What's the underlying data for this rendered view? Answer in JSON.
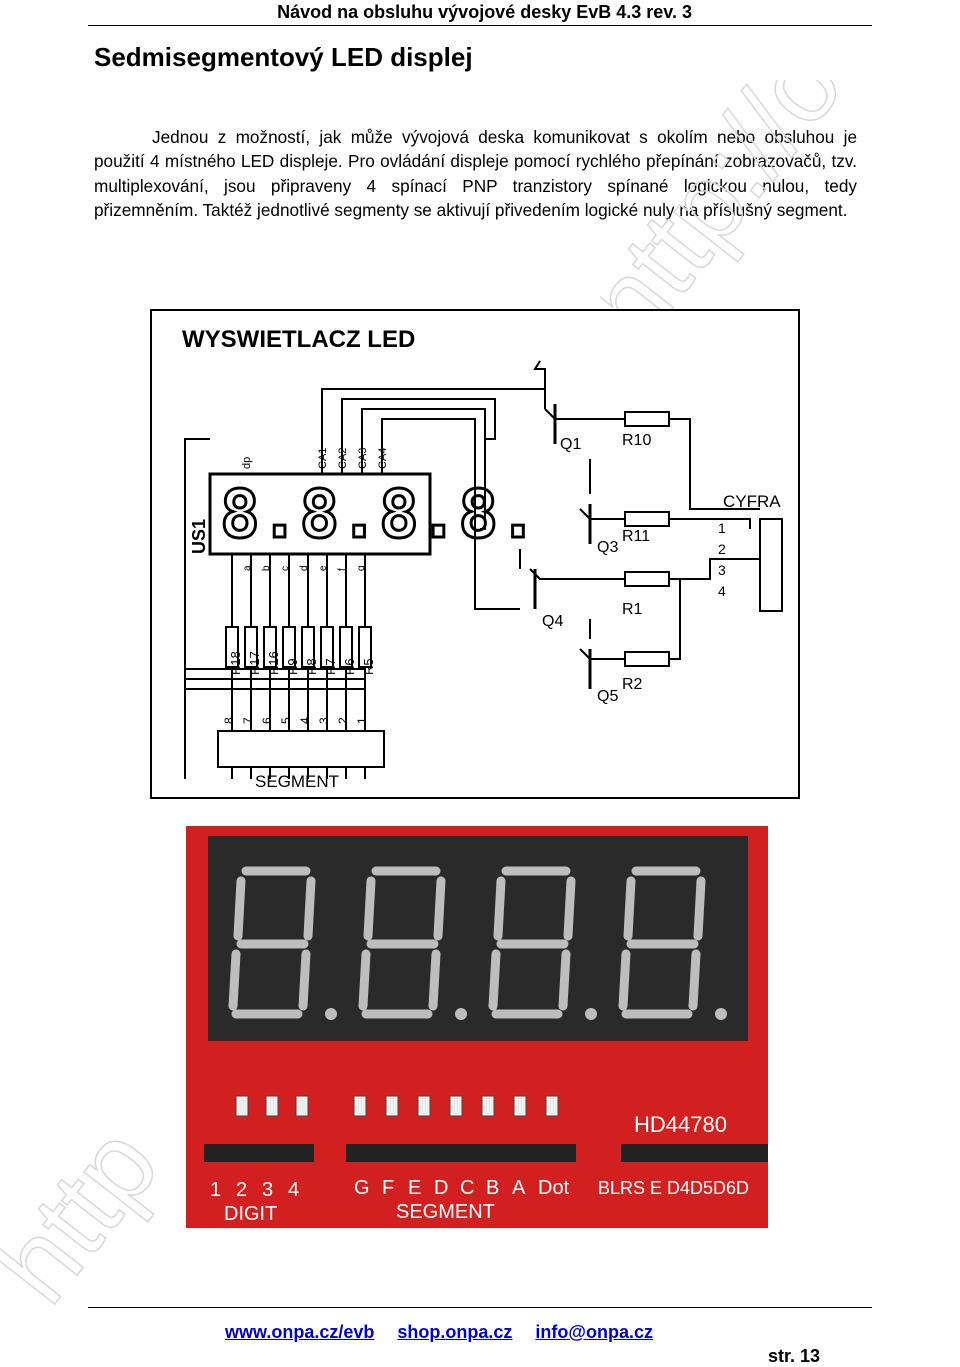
{
  "header": {
    "title": "Návod na obsluhu vývojové desky EvB 4.3 rev. 3"
  },
  "section": {
    "heading": "Sedmisegmentový LED displej",
    "paragraph": "Jednou z možností, jak může vývojová deska komunikovat s okolím nebo obsluhou je použití 4 místného LED displeje. Pro ovládání displeje pomocí rychlého přepínání zobrazovačů, tzv. multiplexování, jsou připraveny 4 spínací PNP tranzistory spínané logickou nulou, tedy přizemněním. Taktéž jednotlivé segmenty se aktivují přivedením logické nuly na příslušný segment."
  },
  "schematic": {
    "title": "WYSWIETLACZ LED",
    "display_ref": "US1",
    "top_pins": [
      "dp",
      "CA1",
      "CA2",
      "CA3",
      "CA4"
    ],
    "bottom_pins": [
      "a",
      "b",
      "c",
      "d",
      "e",
      "f",
      "g"
    ],
    "resistors": [
      "R18",
      "R17",
      "R16",
      "R9",
      "R8",
      "R7",
      "R6",
      "R5"
    ],
    "segment_pins": [
      "8",
      "7",
      "6",
      "5",
      "4",
      "3",
      "2",
      "1"
    ],
    "segment_label": "SEGMENT",
    "transistors": [
      "Q1",
      "Q3",
      "Q4",
      "Q5"
    ],
    "base_resistors": [
      "R10",
      "R11",
      "R1",
      "R2"
    ],
    "cyfra_label": "CYFRA",
    "cyfra_pins": [
      "1",
      "2",
      "3",
      "4"
    ]
  },
  "photo": {
    "digit_numbers": [
      "1",
      "2",
      "3",
      "4"
    ],
    "digit_label": "DIGIT",
    "segment_letters": [
      "G",
      "F",
      "E",
      "D",
      "C",
      "B",
      "A",
      "Dot"
    ],
    "segment_label": "SEGMENT",
    "lcd_label": "HD44780",
    "lcd_pins": "BLRS E D4D5D6D"
  },
  "watermark": {
    "top_right": "http://onpa.cz",
    "bottom_left": "http"
  },
  "footer": {
    "links": [
      "www.onpa.cz/evb",
      "shop.onpa.cz",
      "info@onpa.cz"
    ],
    "page": "str. 13"
  }
}
